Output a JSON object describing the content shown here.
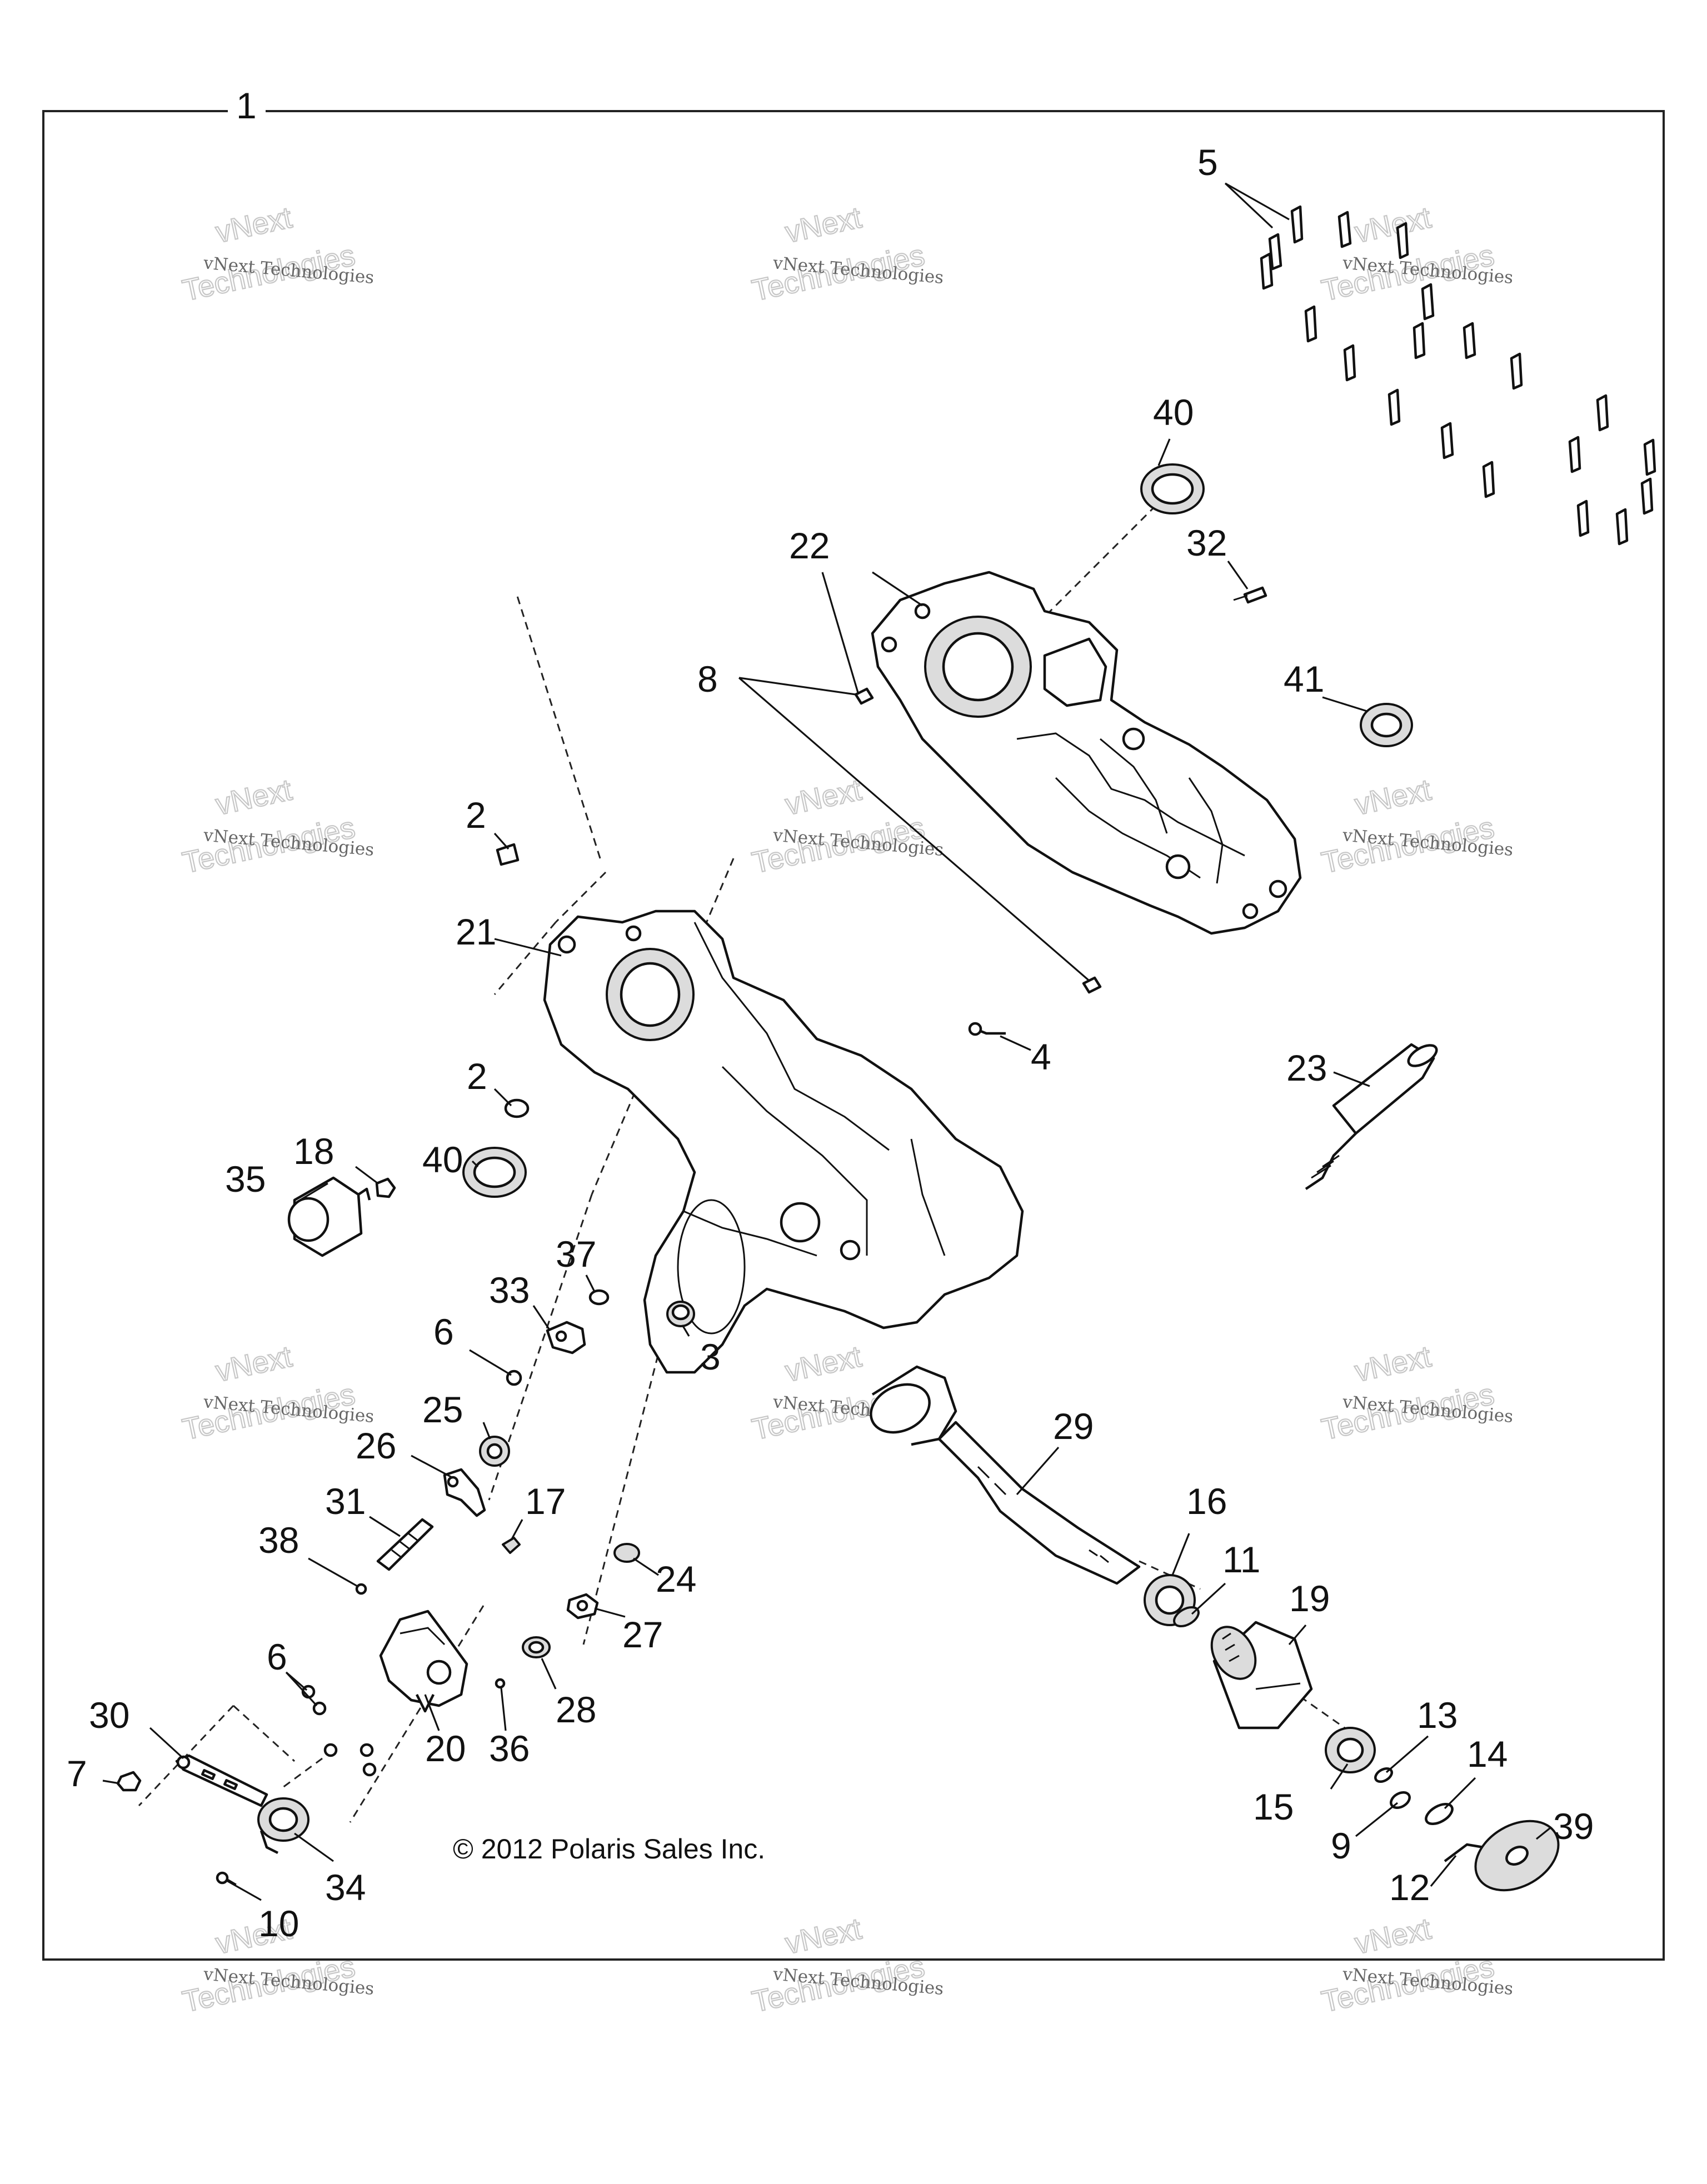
{
  "callouts": {
    "c1": "1",
    "c2a": "2",
    "c2b": "2",
    "c3": "3",
    "c4": "4",
    "c5": "5",
    "c6a": "6",
    "c6b": "6",
    "c7": "7",
    "c8": "8",
    "c9": "9",
    "c10": "10",
    "c11": "11",
    "c12": "12",
    "c13": "13",
    "c14": "14",
    "c15": "15",
    "c16": "16",
    "c17": "17",
    "c18": "18",
    "c19": "19",
    "c20": "20",
    "c21": "21",
    "c22": "22",
    "c23": "23",
    "c24": "24",
    "c25": "25",
    "c26": "26",
    "c27": "27",
    "c28": "28",
    "c29": "29",
    "c30": "30",
    "c31": "31",
    "c32": "32",
    "c33": "33",
    "c34": "34",
    "c35": "35",
    "c36": "36",
    "c37": "37",
    "c38": "38",
    "c39": "39",
    "c40a": "40",
    "c40b": "40",
    "c41": "41"
  },
  "copyright": "© 2012 Polaris Sales Inc.",
  "watermark": {
    "small": "vNext Technologies",
    "big_line1": "vNext",
    "big_line2": "Technologies"
  }
}
